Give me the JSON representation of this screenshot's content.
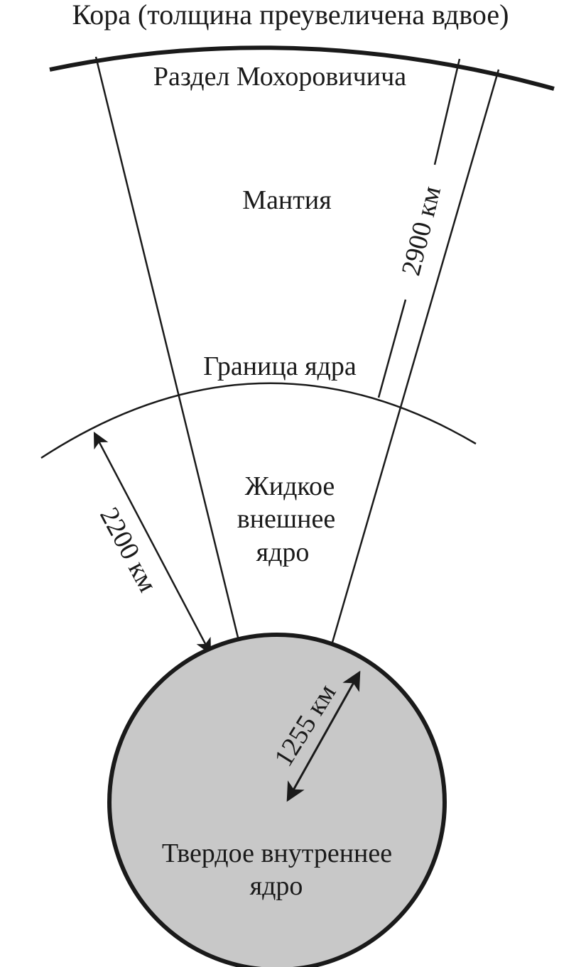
{
  "diagram": {
    "title": "Кора (толщина преувеличена вдвое)",
    "labels": {
      "moho": "Раздел Мохоровичича",
      "mantle": "Мантия",
      "core_boundary": "Граница ядра",
      "outer_core_line1": "Жидкое",
      "outer_core_line2": "внешнее",
      "outer_core_line3": "ядро",
      "inner_core_line1": "Твердое внутреннее",
      "inner_core_line2": "ядро"
    },
    "dimensions": {
      "mantle_thickness": "2900 км",
      "outer_core_thickness": "2200 км",
      "inner_core_radius": "1255 км"
    },
    "colors": {
      "ink": "#1a1a1a",
      "inner_core_fill": "#c8c8c8",
      "background": "#ffffff"
    }
  }
}
